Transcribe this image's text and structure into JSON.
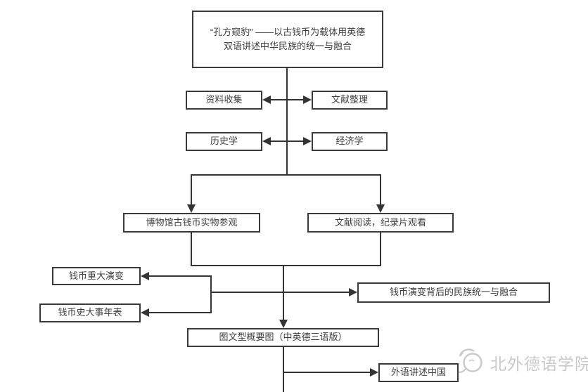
{
  "flowchart": {
    "title": {
      "line1": "“孔方窥豹” ——以古钱币为载体用英德",
      "line2": "双语讲述中华民族的统一与融合"
    },
    "methods": {
      "collect": "资料收集",
      "organize": "文献整理",
      "history": "历史学",
      "economics": "经济学"
    },
    "activities": {
      "museum": "博物馆古钱币实物参观",
      "reading": "文献阅读，纪录片观看"
    },
    "outputs": {
      "evolution": "钱币重大演变",
      "timeline": "钱币史大事年表",
      "unity": "钱币演变背后的民族统一与融合"
    },
    "summary": "图文型概要图（中英德三语版）",
    "final": "外语讲述中国"
  },
  "watermark": {
    "label": "北外德语学院",
    "icon": "institute-logo-icon"
  },
  "colors": {
    "line": "#343434",
    "text": "#3d3d3d",
    "watermark": "#c9c9c9",
    "background": "#ffffff"
  }
}
